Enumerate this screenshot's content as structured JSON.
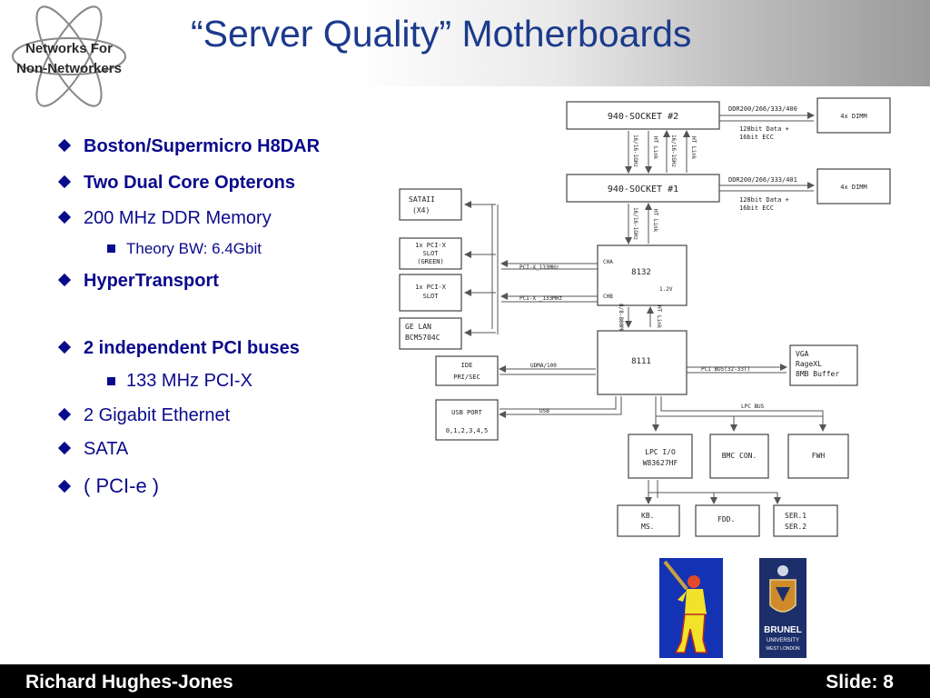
{
  "logo": {
    "line1": "Networks For",
    "line2": "Non-Networkers"
  },
  "title": "“Server Quality” Motherboards",
  "bullets": [
    {
      "text": "Boston/Supermicro H8DAR",
      "level": 1,
      "bold": true
    },
    {
      "text": "Two Dual Core Opterons",
      "level": 1,
      "bold": true
    },
    {
      "text": "200 MHz DDR Memory",
      "level": 1,
      "bold": false
    },
    {
      "text": "Theory BW: 6.4Gbit",
      "level": 2,
      "bold": false
    },
    {
      "text": "HyperTransport",
      "level": 1,
      "bold": true
    },
    {
      "text": "2 independent PCI buses",
      "level": 1,
      "bold": true
    },
    {
      "text": "133 MHz PCI-X",
      "level": 2,
      "bold": false
    },
    {
      "text": "2 Gigabit Ethernet",
      "level": 1,
      "bold": false
    },
    {
      "text": "SATA",
      "level": 1,
      "bold": false
    },
    {
      "text": "( PCI-e )",
      "level": 1,
      "bold": false
    }
  ],
  "diagram": {
    "socket2": "940-SOCKET #2",
    "socket1": "940-SOCKET #1",
    "ddr_top": "DDR200/266/333/400",
    "ddr_mid": "DDR200/266/333/401",
    "data_top_1": "128bit Data +",
    "data_top_2": "16bit ECC",
    "data_mid_1": "128bit Data +",
    "data_mid_2": "16bit ECC",
    "dimm_top": "4x DIMM",
    "dimm_mid": "4x DIMM",
    "ht_link_1": "16/16-1GHz",
    "ht_link_2": "HT Link",
    "ht_link_3": "16/16-1GHz",
    "ht_link_4": "HT Link",
    "ht_link_5": "16/16-1GHz",
    "ht_link_6": "HT Link",
    "ht_link_7": "8/8-800MHz",
    "ht_link_8": "HT Link",
    "sata_1": "SATAII",
    "sata_2": "(X4)",
    "pcix1_1": "1x PCI-X",
    "pcix1_2": "SLOT",
    "pcix1_3": "(GREEN)",
    "pcix2_1": "1x PCI-X",
    "pcix2_2": "SLOT",
    "gelan_1": "GE LAN",
    "gelan_2": "BCM5704C",
    "bus_a": "PCI-X_133MHz",
    "bus_b": "PCI-X _133MHz",
    "chip8132": "8132",
    "cha": "CHA",
    "chb": "CHB",
    "volt": "1.2V",
    "chip8111": "8111",
    "ide_1": "IDE",
    "ide_2": "PRI/SEC",
    "udma": "UDMA/100",
    "usb_1": "USB PORT",
    "usb_2": "0,1,2,3,4,5",
    "usb_bus": "USB",
    "pci_bus": "PCI BUS(32-33T)",
    "vga_1": "VGA",
    "vga_2": "RageXL",
    "vga_3": "8MB Buffer",
    "lpc_bus": "LPC BUS",
    "lpc_1": "LPC I/O",
    "lpc_2": "W83627HF",
    "bmc": "BMC CON.",
    "fwh": "FWH",
    "kb_1": "KB.",
    "kb_2": "MS.",
    "fdd": "FDD.",
    "ser_1": "SER.1",
    "ser_2": "SER.2"
  },
  "brunel": {
    "line1": "BRUNEL",
    "line2": "UNIVERSITY",
    "line3": "WEST LONDON"
  },
  "footer": {
    "author": "Richard Hughes-Jones",
    "slide": "Slide: 8"
  }
}
